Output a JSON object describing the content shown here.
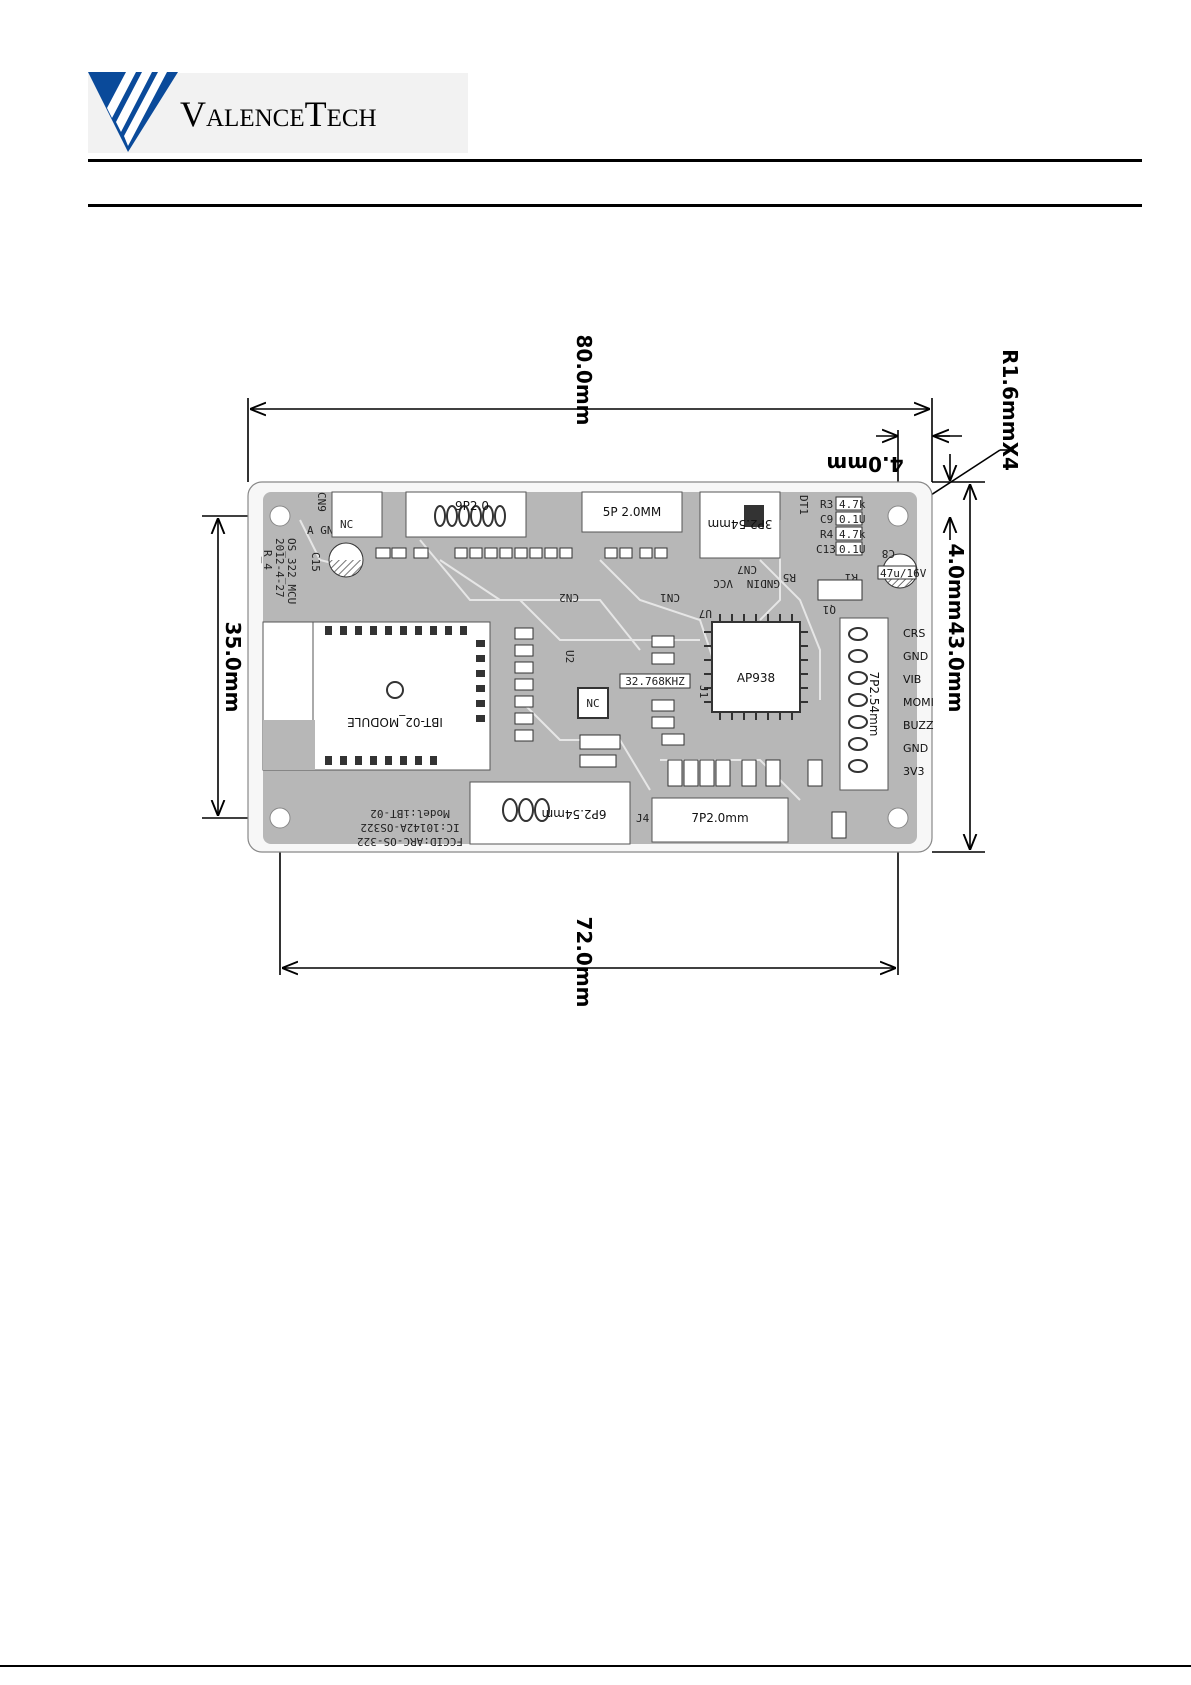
{
  "header": {
    "brand_v": "V",
    "brand_alence": "ALENCE",
    "brand_t": "T",
    "brand_ech": "ECH"
  },
  "dimensions": {
    "width": "80.0mm",
    "hole_spacing_x": "72.0mm",
    "height": "43.0mm",
    "hole_spacing_y": "35.0mm",
    "edge_offset_x": "4.0mm",
    "edge_offset_y": "4.0mm",
    "corner_radius": "R1.6mmX4"
  },
  "board": {
    "title": [
      "OS_322_MCU",
      "2012-4-27",
      "R_4"
    ],
    "agnd": "A GND",
    "module": "IBT-02_MODULE",
    "fccid": [
      "FCCID:ARC-OS-322",
      "IC:10142A-OS322",
      "Model:iBT-02"
    ],
    "chip": "AP938",
    "crystal": "32.768KHZ",
    "nc_chip": "NC",
    "connectors": {
      "cn9_nc": "NC",
      "p9": "9P2.0",
      "p5": "5P 2.0MM",
      "p3": "3P2.54mm",
      "p6": "6P2.54mm",
      "p7a": "7P2.0mm",
      "p7b": "7P2.54mm"
    },
    "side_pins": [
      "CRS",
      "GND",
      "VIB",
      "MOMI",
      "BUZZ",
      "GND",
      "3V3"
    ],
    "top_right": [
      "4.7k",
      "0.1U",
      "4.7k",
      "0.1U"
    ],
    "cap_label": "47u/16V",
    "vcc_labels": [
      "VCC",
      "IN",
      "GND"
    ],
    "refs": [
      "CN9",
      "C15",
      "CN7",
      "C8",
      "U7",
      "J4",
      "J1",
      "U2",
      "CN2",
      "CN1",
      "DT1",
      "R3",
      "C9",
      "R4",
      "C13",
      "R5",
      "R1",
      "Q1"
    ]
  }
}
